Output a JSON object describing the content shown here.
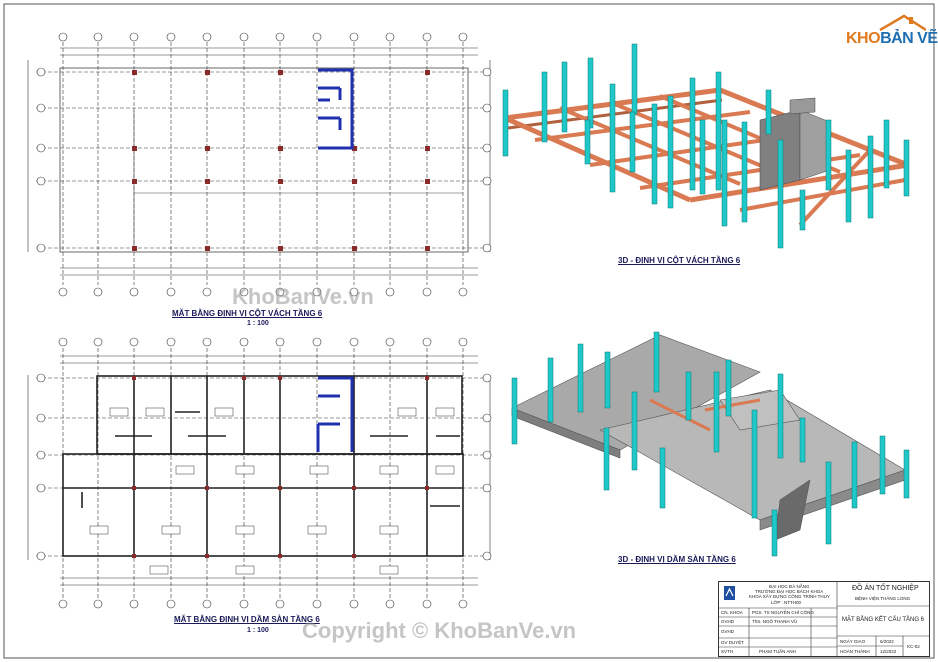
{
  "logo": {
    "text_k": "KHO",
    "text_b": "BẢN VẼ",
    "color_k": "#e07a1f",
    "color_b": "#1f6fb2"
  },
  "plan_top": {
    "title": "MẶT BẰNG ĐỊNH VỊ CỘT VÁCH TẦNG 6",
    "scale": "1 : 100"
  },
  "plan_bottom": {
    "title": "MẶT BẰNG ĐỊNH VỊ DẦM SÀN TẦNG 6",
    "scale": "1 : 100"
  },
  "view3d_top": {
    "title": "3D - ĐỊNH VỊ CỘT VÁCH TẦNG 6"
  },
  "view3d_bottom": {
    "title": "3D - ĐỊNH VỊ DẦM SÀN TẦNG 6"
  },
  "watermark": {
    "top": "KhoBanVe.vn",
    "bottom": "Copyright © KhoBanVe.vn"
  },
  "titleblock": {
    "school_1": "ĐẠI HỌC ĐÀ NẴNG",
    "school_2": "TRƯỜNG ĐẠI HỌC BÁCH KHOA",
    "school_3": "KHOA XÂY DỰNG CÔNG TRÌNH THỦY",
    "school_4": "LỚP : NTTH00",
    "project_title": "ĐỒ ÁN TỐT NGHIỆP",
    "project_sub": "BỆNH VIỆN THĂNG LONG",
    "row_labels": [
      "CN. KHOA",
      "GVHD",
      "GVHD",
      "GV DUYỆT",
      "SVTH"
    ],
    "row_names": [
      "PGS. TS NGUYỄN CHÍ CÔNG",
      "ThS. NGÔ THANH VŨ",
      "",
      "",
      "PHẠM TUẤN ANH"
    ],
    "sheet_title": "MẶT BẰNG KẾT CẤU TẦNG 6",
    "date_label_1": "NGÀY GIAO",
    "date_val_1": "6/2022",
    "date_label_2": "HOÀN THÀNH",
    "date_val_2": "12/2022",
    "sheet_code": "KC-02"
  },
  "colors": {
    "column": "#1fc8c8",
    "beam": "#d97a52",
    "slab": "#b0b0b0",
    "wall": "#808080",
    "drawing_line": "#333333",
    "plan_column": "#8b2a2a",
    "core": "#2030b0"
  }
}
